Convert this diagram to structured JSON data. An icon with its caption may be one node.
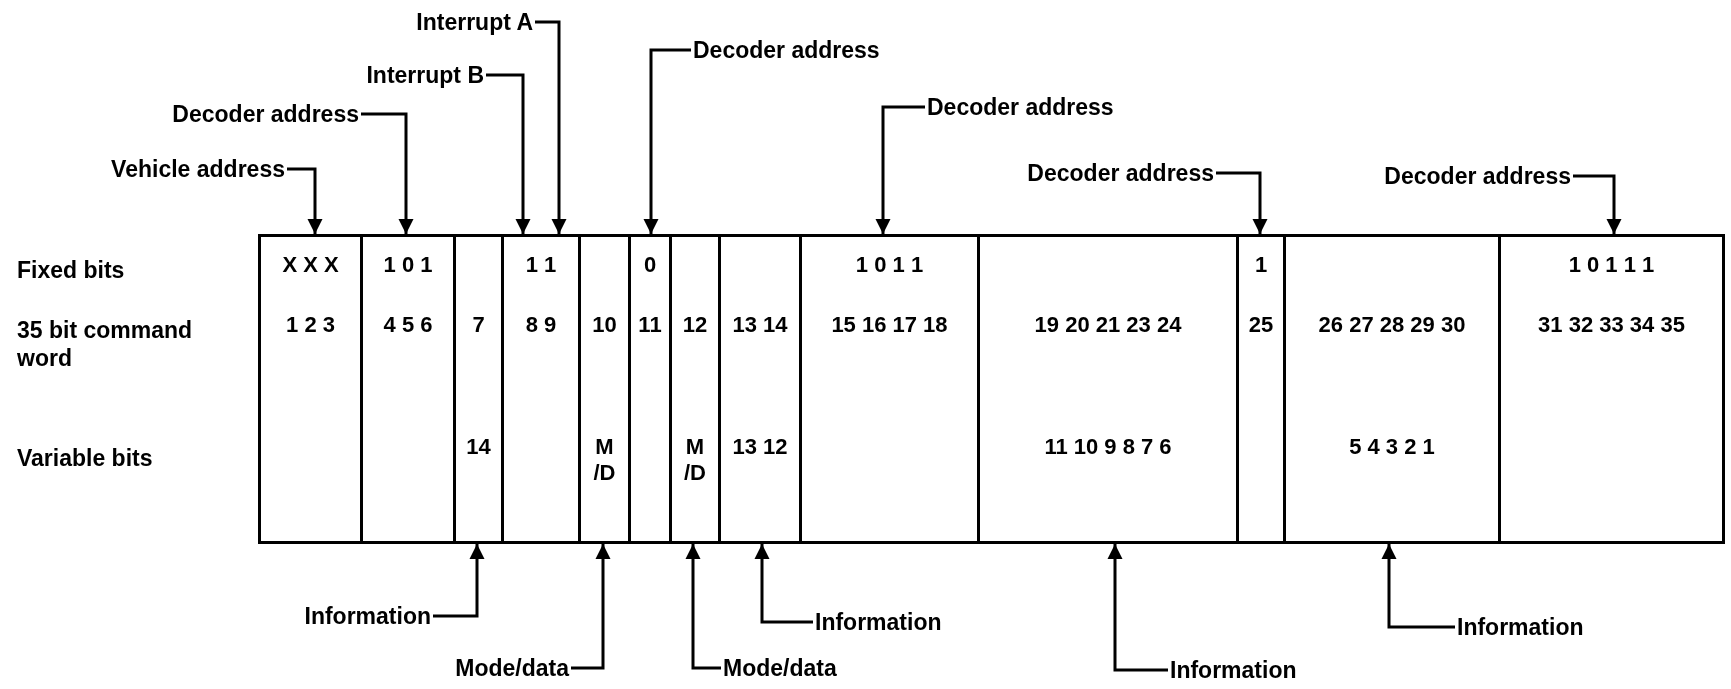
{
  "diagram": {
    "nodes": [
      {
        "text": [
          "X X X",
          "1 2 3"
        ]
      },
      {
        "text": [
          "1 0 1",
          "4 5 6"
        ]
      },
      {
        "text": [
          "7",
          "14"
        ]
      },
      {
        "text": [
          "1 1",
          "8 9"
        ]
      },
      {
        "text": [
          "10",
          "M /D"
        ]
      },
      {
        "text": [
          "0",
          "11"
        ]
      },
      {
        "text": [
          "12",
          "M /D"
        ]
      },
      {
        "text": [
          "13 14",
          "13 12"
        ]
      },
      {
        "text": [
          "1 0 1 1",
          "15 16 17 18"
        ]
      },
      {
        "text": [
          "19 20 21 23 24",
          "11 10 9 8 7 6"
        ]
      },
      {
        "text": [
          "1",
          "25"
        ]
      },
      {
        "text": [
          "26 27 28 29 30",
          "5 4 3 2 1"
        ]
      },
      {
        "text": [
          "1 0 1 1 1",
          "31 32 33 34 35"
        ]
      },
      {
        "text": [
          "Vehicle address"
        ]
      },
      {
        "text": [
          "Decoder address"
        ]
      },
      {
        "text": [
          "Interrupt B"
        ]
      },
      {
        "text": [
          "Interrupt A"
        ]
      },
      {
        "text": [
          "Decoder address"
        ]
      },
      {
        "text": [
          "Decoder address"
        ]
      },
      {
        "text": [
          "Decoder address"
        ]
      },
      {
        "text": [
          "Decoder address"
        ]
      },
      {
        "text": [
          "Information"
        ]
      },
      {
        "text": [
          "Mode/data"
        ]
      },
      {
        "text": [
          "Mode/data"
        ]
      },
      {
        "text": [
          "Information"
        ]
      },
      {
        "text": [
          "Information"
        ]
      },
      {
        "text": [
          "Information"
        ]
      }
    ],
    "edges": [
      {
        "from": 13,
        "to": 0,
        "arrow": "to"
      },
      {
        "from": 14,
        "to": 1,
        "arrow": "to"
      },
      {
        "from": 15,
        "to": 3,
        "arrow": "to"
      },
      {
        "from": 16,
        "to": 3,
        "arrow": "to"
      },
      {
        "from": 17,
        "to": 5,
        "arrow": "to"
      },
      {
        "from": 18,
        "to": 8,
        "arrow": "to"
      },
      {
        "from": 19,
        "to": 10,
        "arrow": "to"
      },
      {
        "from": 20,
        "to": 12,
        "arrow": "to"
      },
      {
        "from": 21,
        "to": 2,
        "arrow": "to"
      },
      {
        "from": 22,
        "to": 4,
        "arrow": "to"
      },
      {
        "from": 23,
        "to": 6,
        "arrow": "to"
      },
      {
        "from": 24,
        "to": 7,
        "arrow": "to"
      },
      {
        "from": 25,
        "to": 9,
        "arrow": "to"
      },
      {
        "from": 26,
        "to": 11,
        "arrow": "to"
      }
    ],
    "labels": [
      "Fixed bits",
      "35 bit command word",
      "Variable bits"
    ]
  }
}
